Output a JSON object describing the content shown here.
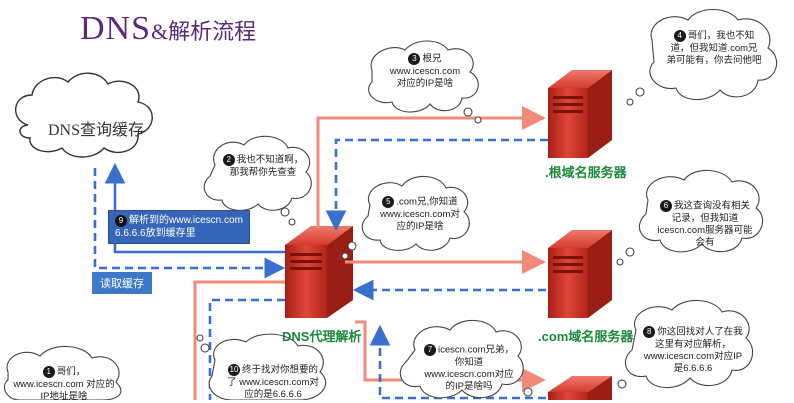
{
  "title": {
    "main": "DNS",
    "suffix": "&解析流程"
  },
  "cache": {
    "label": "DNS查询缓存"
  },
  "servers": {
    "root": ".根域名服务器",
    "com": ".com域名服务器",
    "proxy": "DNS代理解析"
  },
  "clouds": [
    {
      "num": "1",
      "text": "哥们，www.icescn.com 对应的IP地址是啥"
    },
    {
      "num": "2",
      "text": "我也不知道啊，那我帮你先查查"
    },
    {
      "num": "3",
      "text": "根兄 www.icescn.com对应的IP是啥"
    },
    {
      "num": "4",
      "text": "哥们，我也不知道，但我知道.com兄弟可能有，你去问他吧"
    },
    {
      "num": "5",
      "text": ".com兄,你知道www.icescn.com对应的IP是啥"
    },
    {
      "num": "6",
      "text": "我这查询没有相关记录，但我知道icescn.com服务器可能会有"
    },
    {
      "num": "7",
      "text": "icescn.com兄弟，你知道www.icescn.com对应的IP是啥吗"
    },
    {
      "num": "8",
      "text": "你这回找对人了在我这里有对应解析，www.icescn.com对应IP是6.6.6.6"
    },
    {
      "num": "10",
      "text": "终于找对你想要的了 www.icescn.com对应的是6.6.6.6"
    }
  ],
  "callout9": {
    "num": "9",
    "text": "解析到的www.icescn.com 6.6.6.6放到缓存里"
  },
  "read_cache": "读取缓存",
  "colors": {
    "red_arrow": "#f28a7a",
    "blue_arrow": "#3a6fd0",
    "server_red": "#d8362a",
    "title": "#5a2a7a",
    "green": "#1a8a3a"
  }
}
